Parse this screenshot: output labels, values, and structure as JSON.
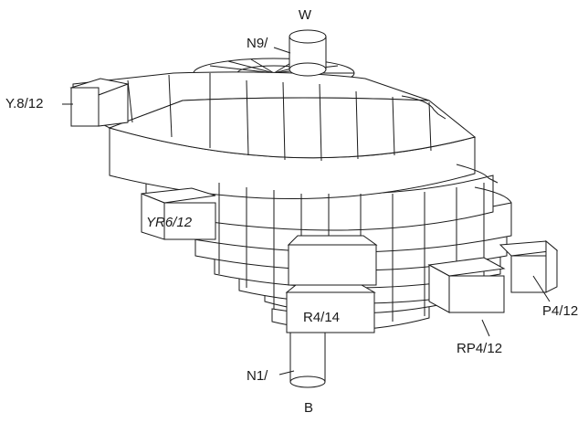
{
  "diagram": {
    "labels": {
      "top": "W",
      "top_neutral": "N9/",
      "bottom": "B",
      "bottom_neutral": "N1/",
      "yellow": "Y.8/12",
      "yellow_red": "YR6/12",
      "red": "R4/14",
      "purple": "P4/12",
      "red_purple": "RP4/12"
    }
  }
}
